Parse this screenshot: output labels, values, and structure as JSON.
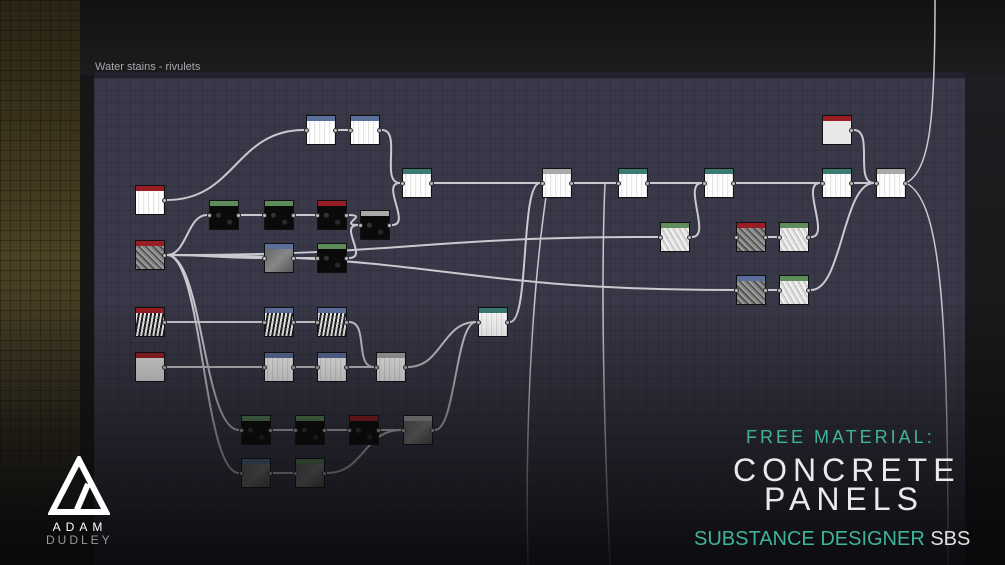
{
  "graph": {
    "title": "Water stains - rivulets"
  },
  "nodes": [
    {
      "id": "n1",
      "type": "input",
      "header": "red",
      "thumb": "white"
    },
    {
      "id": "n2",
      "type": "input",
      "header": "red",
      "thumb": "noise"
    },
    {
      "id": "n3",
      "type": "input",
      "header": "red",
      "thumb": "stripe"
    },
    {
      "id": "n4",
      "type": "input",
      "header": "red",
      "thumb": "plain"
    },
    {
      "id": "n5",
      "type": "transform",
      "header": "blue",
      "thumb": "white"
    },
    {
      "id": "n6",
      "type": "transform",
      "header": "blue",
      "thumb": "white"
    },
    {
      "id": "n7",
      "type": "levels",
      "header": "green",
      "thumb": "dark"
    },
    {
      "id": "n8",
      "type": "levels",
      "header": "green",
      "thumb": "dark"
    },
    {
      "id": "n9",
      "type": "filter",
      "header": "red",
      "thumb": "dark"
    },
    {
      "id": "n10",
      "type": "blend",
      "header": "grey",
      "thumb": "dark"
    },
    {
      "id": "n11",
      "type": "transform",
      "header": "blue",
      "thumb": "grey"
    },
    {
      "id": "n12",
      "type": "levels",
      "header": "green",
      "thumb": "dark"
    },
    {
      "id": "n13",
      "type": "warp",
      "header": "teal",
      "thumb": "white"
    },
    {
      "id": "n14",
      "type": "transform",
      "header": "blue",
      "thumb": "stripe"
    },
    {
      "id": "n15",
      "type": "transform",
      "header": "blue",
      "thumb": "stripe"
    },
    {
      "id": "n16",
      "type": "transform",
      "header": "blue",
      "thumb": "white"
    },
    {
      "id": "n17",
      "type": "transform",
      "header": "blue",
      "thumb": "white"
    },
    {
      "id": "n18",
      "type": "blend",
      "header": "grey",
      "thumb": "white"
    },
    {
      "id": "n19",
      "type": "warp",
      "header": "teal",
      "thumb": "white"
    },
    {
      "id": "n20",
      "type": "blend",
      "header": "grey",
      "thumb": "white"
    },
    {
      "id": "n21",
      "type": "warp",
      "header": "teal",
      "thumb": "white"
    },
    {
      "id": "n22",
      "type": "warp",
      "header": "teal",
      "thumb": "white"
    },
    {
      "id": "n23",
      "type": "levels",
      "header": "green",
      "thumb": "lightnoise"
    },
    {
      "id": "n24",
      "type": "noise",
      "header": "red",
      "thumb": "noise"
    },
    {
      "id": "n25",
      "type": "levels",
      "header": "green",
      "thumb": "lightnoise"
    },
    {
      "id": "n26",
      "type": "transform",
      "header": "blue",
      "thumb": "noise"
    },
    {
      "id": "n27",
      "type": "levels",
      "header": "green",
      "thumb": "lightnoise"
    },
    {
      "id": "n28",
      "type": "blend",
      "header": "teal",
      "thumb": "white"
    },
    {
      "id": "n29",
      "type": "uniform",
      "header": "red",
      "thumb": "plain"
    },
    {
      "id": "n30",
      "type": "blend",
      "header": "grey",
      "thumb": "white"
    },
    {
      "id": "n31",
      "type": "levels",
      "header": "green",
      "thumb": "dark"
    },
    {
      "id": "n32",
      "type": "levels",
      "header": "green",
      "thumb": "dark"
    },
    {
      "id": "n33",
      "type": "filter",
      "header": "red",
      "thumb": "dark"
    },
    {
      "id": "n34",
      "type": "blend",
      "header": "grey",
      "thumb": "grey"
    },
    {
      "id": "n35",
      "type": "transform",
      "header": "blue",
      "thumb": "grey"
    },
    {
      "id": "n36",
      "type": "levels",
      "header": "green",
      "thumb": "grey"
    }
  ],
  "branding": {
    "author_first": "ADAM",
    "author_last": "DUDLEY",
    "tagline": "FREE MATERIAL:",
    "title_line1": "CONCRETE",
    "title_line2": "PANELS",
    "software": "SUBSTANCE DESIGNER",
    "format": "SBS"
  },
  "colors": {
    "accent_teal": "#3fb49b",
    "canvas": "#393848",
    "header_red": "#9a1c24",
    "header_green": "#5e8c5a",
    "header_blue": "#5b6f9c",
    "header_teal": "#3c7b74"
  }
}
